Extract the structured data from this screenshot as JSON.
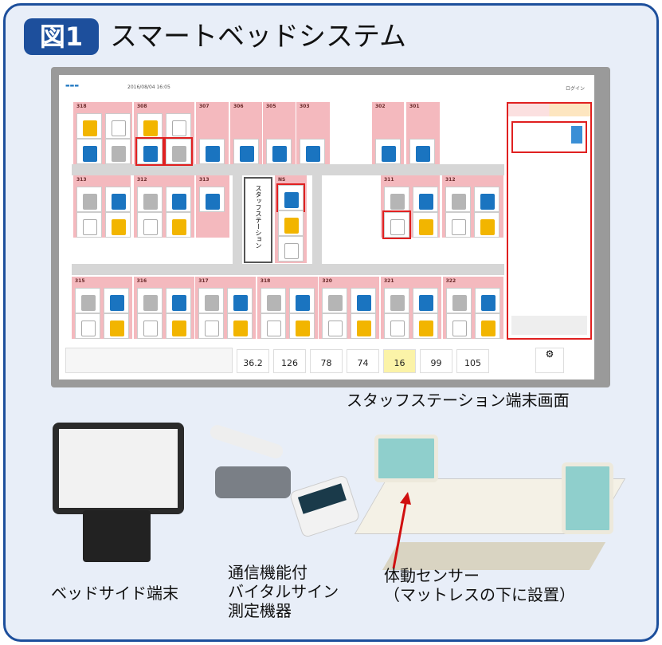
{
  "header": {
    "figure_label": "図1",
    "title": "スマートベッドシステム"
  },
  "screen": {
    "caption": "スタッフステーション端末画面",
    "date_time": "2016/08/04 16:05",
    "login": "ログイン",
    "station_label": "スタッフステーション",
    "rooms_top": [
      "318",
      "308",
      "307",
      "306",
      "305",
      "303",
      "302",
      "301"
    ],
    "rooms_mid": [
      "313",
      "312",
      "313",
      "NS",
      "311",
      "312"
    ],
    "rooms_bottom": [
      "315",
      "316",
      "317",
      "318",
      "320",
      "321",
      "322"
    ],
    "vitals": [
      "36.2",
      "126",
      "78",
      "74",
      "16",
      "99",
      "105"
    ],
    "tile_colors": {
      "yellow": "#f2b500",
      "blue": "#1a74c0",
      "gray": "#b5b5b5",
      "white": "#ffffff"
    },
    "alert_color": "#e02020"
  },
  "devices": {
    "bedside": "ベッドサイド端末",
    "vital_lines": [
      "通信機能付",
      "バイタルサイン",
      "測定機器"
    ],
    "sensor_lines": [
      "体動センサー",
      "（マットレスの下に設置）"
    ]
  }
}
